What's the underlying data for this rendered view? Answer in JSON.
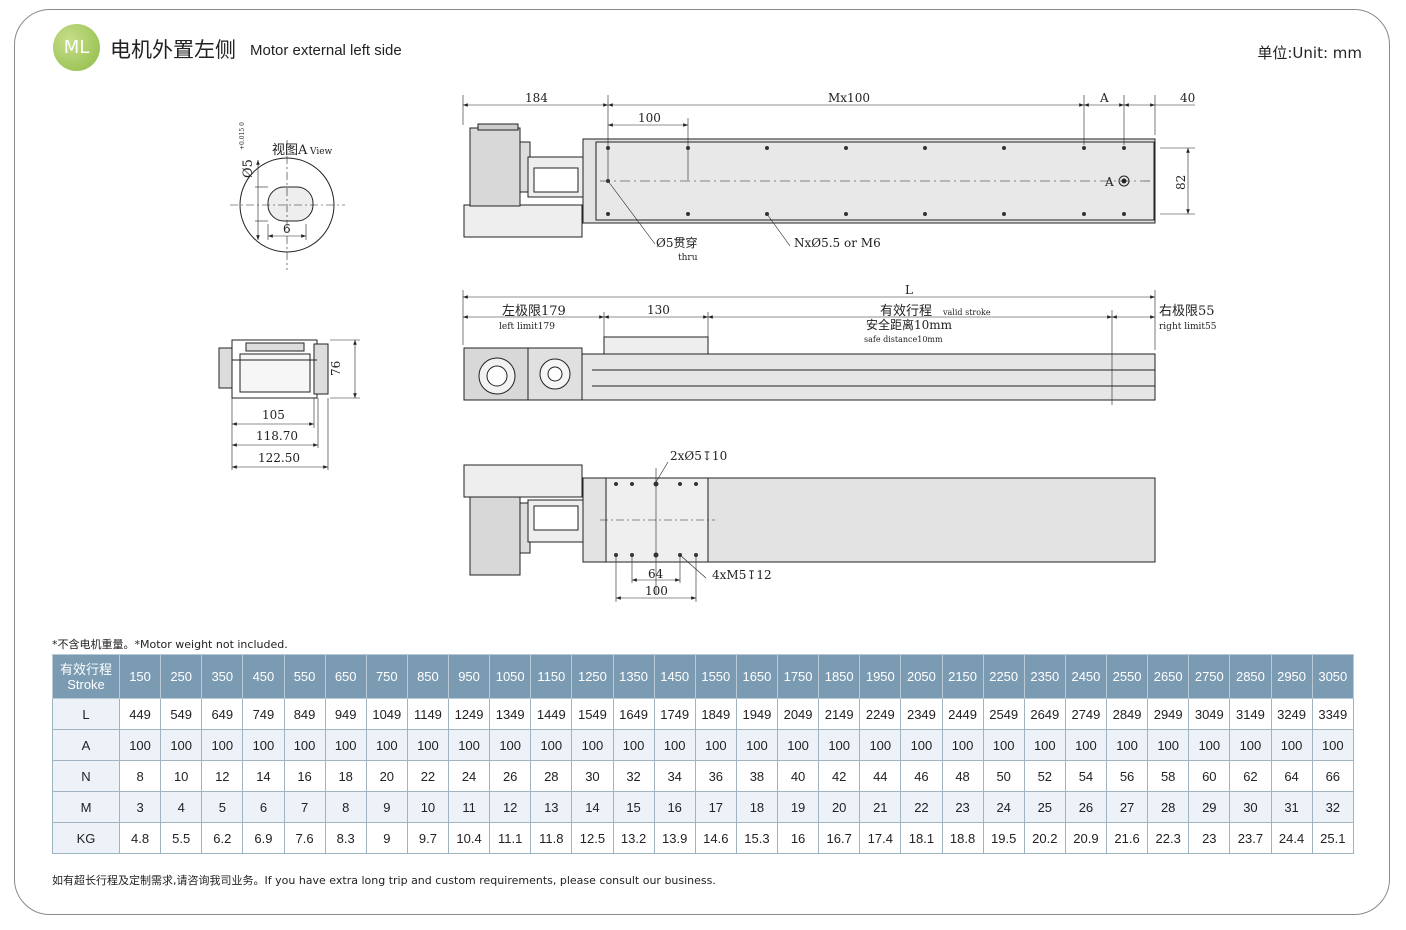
{
  "header": {
    "badge": "ML",
    "title_cn": "电机外置左侧",
    "title_en": "Motor external left side",
    "unit": "单位:Unit: mm"
  },
  "drawing": {
    "view_a": {
      "label_cn": "视图A",
      "label_en": "View",
      "dia": "Ø5",
      "tol": "+0.015 0",
      "width": "6"
    },
    "top_view": {
      "d184": "184",
      "dmx": "Mx100",
      "dA": "A",
      "d40": "40",
      "d100": "100",
      "d82": "82",
      "markA": "A",
      "thru_cn": "Ø5贯穿",
      "thru_en": "thru",
      "hole": "NxØ5.5 or M6"
    },
    "end_view": {
      "d76": "76",
      "d105": "105",
      "d118": "118.70",
      "d122": "122.50"
    },
    "side_view": {
      "L": "L",
      "left_cn": "左极限179",
      "left_en": "left limit179",
      "d130": "130",
      "valid_cn": "有效行程",
      "valid_en": "valid stroke",
      "safe_cn": "安全距离10mm",
      "safe_en": "safe distance10mm",
      "right_cn": "右极限55",
      "right_en": "right limit55"
    },
    "bottom_view": {
      "holes2": "2xØ5↧10",
      "holes4": "4xM5↧12",
      "d64": "64",
      "d100": "100"
    }
  },
  "note": "*不含电机重量。*Motor weight not included.",
  "table": {
    "header_cn": "有效行程",
    "header_en": "Stroke",
    "strokes": [
      "150",
      "250",
      "350",
      "450",
      "550",
      "650",
      "750",
      "850",
      "950",
      "1050",
      "1150",
      "1250",
      "1350",
      "1450",
      "1550",
      "1650",
      "1750",
      "1850",
      "1950",
      "2050",
      "2150",
      "2250",
      "2350",
      "2450",
      "2550",
      "2650",
      "2750",
      "2850",
      "2950",
      "3050"
    ],
    "rows": [
      {
        "label": "L",
        "values": [
          "449",
          "549",
          "649",
          "749",
          "849",
          "949",
          "1049",
          "1149",
          "1249",
          "1349",
          "1449",
          "1549",
          "1649",
          "1749",
          "1849",
          "1949",
          "2049",
          "2149",
          "2249",
          "2349",
          "2449",
          "2549",
          "2649",
          "2749",
          "2849",
          "2949",
          "3049",
          "3149",
          "3249",
          "3349"
        ]
      },
      {
        "label": "A",
        "values": [
          "100",
          "100",
          "100",
          "100",
          "100",
          "100",
          "100",
          "100",
          "100",
          "100",
          "100",
          "100",
          "100",
          "100",
          "100",
          "100",
          "100",
          "100",
          "100",
          "100",
          "100",
          "100",
          "100",
          "100",
          "100",
          "100",
          "100",
          "100",
          "100",
          "100"
        ]
      },
      {
        "label": "N",
        "values": [
          "8",
          "10",
          "12",
          "14",
          "16",
          "18",
          "20",
          "22",
          "24",
          "26",
          "28",
          "30",
          "32",
          "34",
          "36",
          "38",
          "40",
          "42",
          "44",
          "46",
          "48",
          "50",
          "52",
          "54",
          "56",
          "58",
          "60",
          "62",
          "64",
          "66"
        ]
      },
      {
        "label": "M",
        "values": [
          "3",
          "4",
          "5",
          "6",
          "7",
          "8",
          "9",
          "10",
          "11",
          "12",
          "13",
          "14",
          "15",
          "16",
          "17",
          "18",
          "19",
          "20",
          "21",
          "22",
          "23",
          "24",
          "25",
          "26",
          "27",
          "28",
          "29",
          "30",
          "31",
          "32"
        ]
      },
      {
        "label": "KG",
        "values": [
          "4.8",
          "5.5",
          "6.2",
          "6.9",
          "7.6",
          "8.3",
          "9",
          "9.7",
          "10.4",
          "11.1",
          "11.8",
          "12.5",
          "13.2",
          "13.9",
          "14.6",
          "15.3",
          "16",
          "16.7",
          "17.4",
          "18.1",
          "18.8",
          "19.5",
          "20.2",
          "20.9",
          "21.6",
          "22.3",
          "23",
          "23.7",
          "24.4",
          "25.1"
        ]
      }
    ]
  },
  "footer": "如有超长行程及定制需求,请咨询我司业务。If you have extra long trip and custom requirements, please consult our business."
}
